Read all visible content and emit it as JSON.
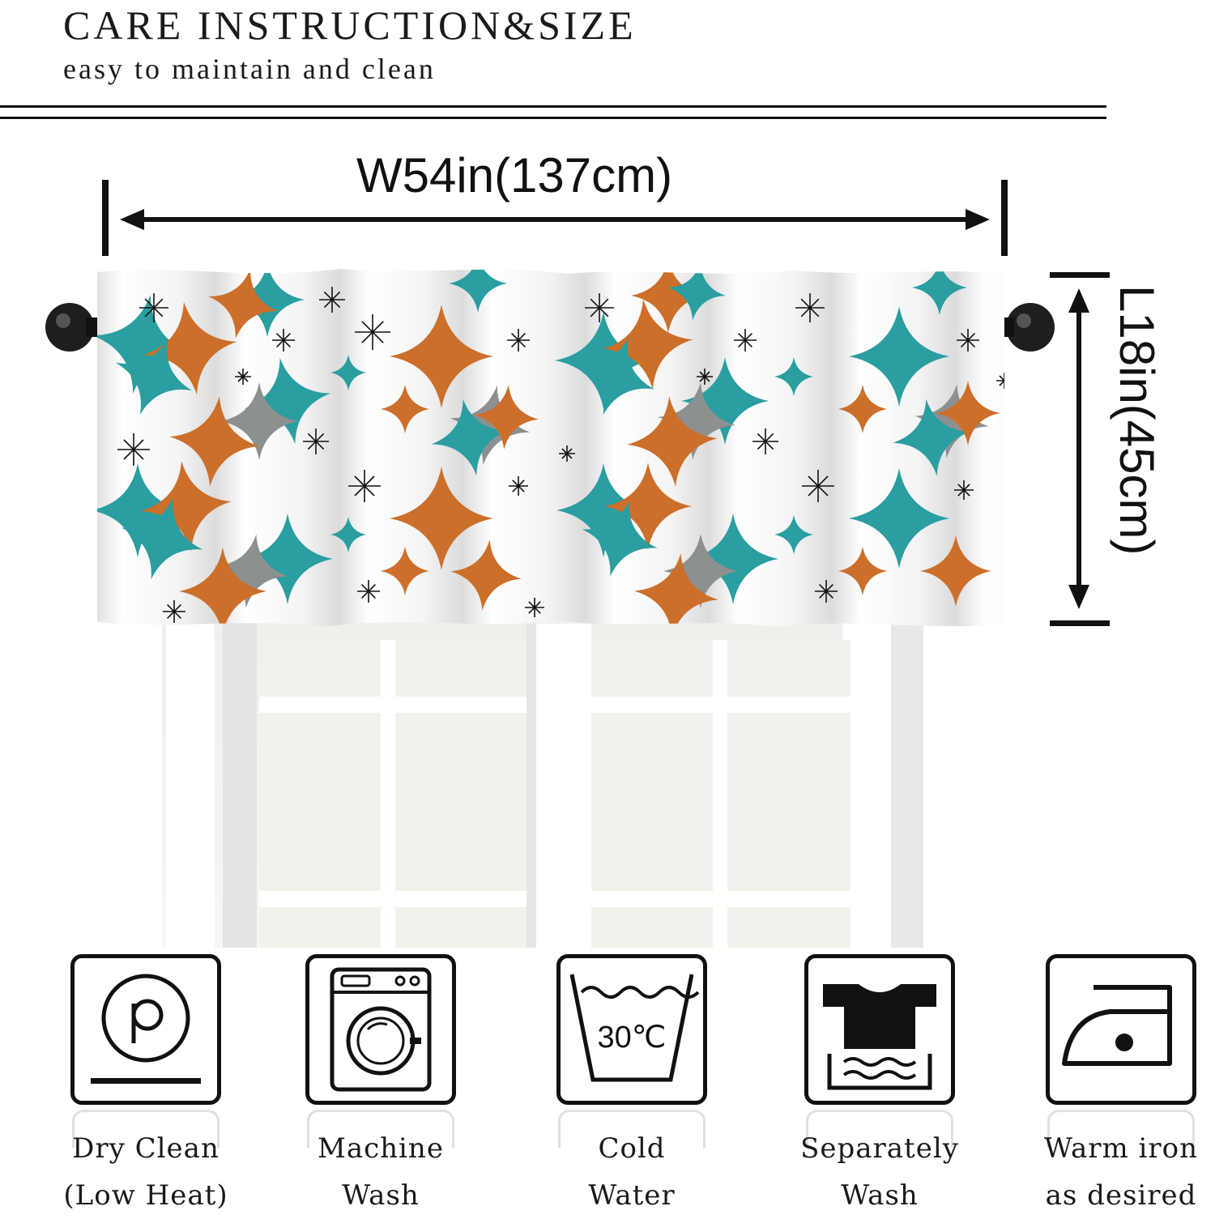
{
  "header": {
    "title": "CARE INSTRUCTION&SIZE",
    "subtitle": "easy to maintain and clean"
  },
  "dimensions": {
    "width": "W54in(137cm)",
    "length": "L18in(45cm)"
  },
  "colors": {
    "teal": "#2a9ea0",
    "orange": "#cc6f2a",
    "gray": "#8d9091",
    "ink": "#111111",
    "curtain": "#ffffff"
  },
  "care": [
    {
      "icon": "dry-clean-icon",
      "line1": "Dry Clean",
      "line2": "(Low Heat)"
    },
    {
      "icon": "washing-machine-icon",
      "line1": "Machine",
      "line2": "Wash"
    },
    {
      "icon": "wash-30-icon",
      "line1": "Cold",
      "line2": "Water",
      "temp": "30℃"
    },
    {
      "icon": "separate-wash-icon",
      "line1": "Separately",
      "line2": "Wash"
    },
    {
      "icon": "iron-icon",
      "line1": "Warm iron",
      "line2": "as desired"
    }
  ]
}
